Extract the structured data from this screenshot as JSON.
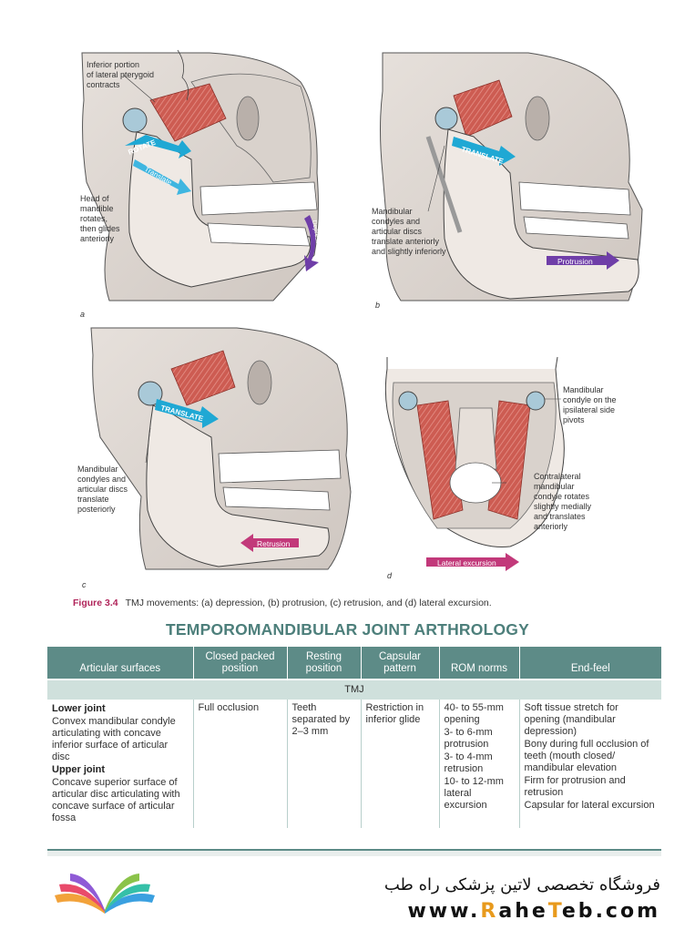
{
  "figure": {
    "panel_a": {
      "letter": "a",
      "label_top": [
        "Inferior portion",
        "of lateral pterygoid",
        "contracts"
      ],
      "label_head": [
        "Head of",
        "mandible",
        "rotates,",
        "then glides",
        "anteriorly"
      ],
      "arrow_rotate": "ROTATE",
      "arrow_translate": "Translate",
      "arrow_depression": "Depression"
    },
    "panel_b": {
      "letter": "b",
      "label": [
        "Mandibular",
        "condyles and",
        "articular discs",
        "translate anteriorly",
        "and slightly inferiorly"
      ],
      "arrow_translate": "TRANSLATE",
      "arrow_protrusion": "Protrusion"
    },
    "panel_c": {
      "letter": "c",
      "label": [
        "Mandibular",
        "condyles and",
        "articular discs",
        "translate",
        "posteriorly"
      ],
      "arrow_translate": "TRANSLATE",
      "arrow_retrusion": "Retrusion"
    },
    "panel_d": {
      "letter": "d",
      "label_top": [
        "Mandibular",
        "condyle on the",
        "ipsilateral side",
        "pivots"
      ],
      "label_bottom": [
        "Contralateral",
        "mandibular",
        "condyle rotates",
        "slightly medially",
        "and translates",
        "anteriorly"
      ],
      "arrow_lateral": "Lateral excursion"
    },
    "caption_num": "Figure 3.4",
    "caption_text": "TMJ movements: (a) depression, (b) protrusion, (c) retrusion, and (d) lateral excursion."
  },
  "section_title": "TEMPOROMANDIBULAR JOINT ARTHROLOGY",
  "table": {
    "headers": [
      "Articular surfaces",
      "Closed packed position",
      "Resting position",
      "Capsular pattern",
      "ROM norms",
      "End-feel"
    ],
    "band": "TMJ",
    "lower_joint_heading": "Lower joint",
    "lower_joint_text": "Convex mandibular condyle articulating with concave inferior surface of articular disc",
    "upper_joint_heading": "Upper joint",
    "upper_joint_text": "Concave superior surface of articular disc articulating with concave surface of articular fossa",
    "closed_packed": "Full occlusion",
    "resting": "Teeth separated by 2–3 mm",
    "capsular": "Restriction in inferior glide",
    "rom": [
      "40- to 55-mm opening",
      "3- to 6-mm protrusion",
      "3- to 4-mm retrusion",
      "10- to 12-mm lateral excursion"
    ],
    "end_feel": [
      "Soft tissue stretch for opening (mandibular depression)",
      "Bony during full occlusion of teeth (mouth closed/ mandibular elevation",
      "Firm for protrusion and retrusion",
      "Capsular for lateral excursion"
    ]
  },
  "brand": {
    "persian": "فروشگاه تخصصی لاتین پزشکی  راه طب",
    "url_prefix": "www.",
    "url_r": "R",
    "url_ahe": "ahe",
    "url_t": "T",
    "url_eb": "eb",
    "url_suffix": ".com"
  },
  "colors": {
    "teal": "#5d8b87",
    "teal_light": "#cfe0dc",
    "magenta": "#b0245a",
    "arrow_blue": "#1fa8d4",
    "arrow_purple": "#6f3ea8",
    "arrow_pink": "#c2397a",
    "muscle_red": "#c8564d",
    "bone": "#ddd6d0"
  }
}
